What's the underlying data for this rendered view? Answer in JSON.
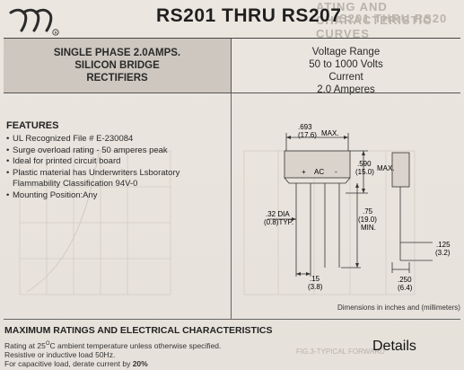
{
  "header": {
    "title": "RS201 THRU RS207",
    "ghost_text_1": "ATING AND CHARACTERISTIC CURVES",
    "ghost_text_2": "S201 THRU RS20"
  },
  "description": {
    "lines": [
      "SINGLE PHASE 2.0AMPS.",
      "SILICON BRIDGE",
      "RECTIFIERS"
    ]
  },
  "ratings_box": {
    "lines": [
      "Voltage Range",
      "50 to 1000 Volts",
      "Current",
      "2.0 Amperes"
    ]
  },
  "features": {
    "title": "FEATURES",
    "items": [
      "UL Recognized File # E-230084",
      "Surge overload rating - 50 amperes peak",
      "Ideal for printed circuit board",
      "Plastic material has Underwriters Lsboratory Flammability Classification 94V-0",
      "Mounting Position:Any"
    ]
  },
  "diagram": {
    "labels": {
      "width": ".693",
      "width_mm": "(17.6)",
      "width_max": "MAX.",
      "height": ".590",
      "height_mm": "(15.0)",
      "height_max": "MAX.",
      "lead_len": ".75",
      "lead_len_mm": "(19.0)",
      "lead_min": "MIN.",
      "dia": ".32 DIA",
      "dia_mm": "(0.8)TYP.",
      "pitch": ".15",
      "pitch_mm": "(3.8)",
      "side_w": ".250",
      "side_w_mm": "(6.4)",
      "side_t": ".125",
      "side_t_mm": "(3.2)",
      "plus": "+",
      "ac": "AC",
      "minus": "-"
    },
    "note": "Dimensions in inches and (millimeters)"
  },
  "max_ratings": {
    "title": "MAXIMUM RATINGS AND ELECTRICAL CHARACTERISTICS",
    "note1_pre": "Rating at 25",
    "note1_sup": "O",
    "note1_post": "C ambient temperature unless otherwise specified.",
    "note2": "Resistive or inductive load 50Hz.",
    "note3_pre": "For capacitive load, derate current by ",
    "note3_bold": "20%"
  },
  "details_label": "Details",
  "ghost_bottom": "FIG.3-TYPICAL FORWARD"
}
